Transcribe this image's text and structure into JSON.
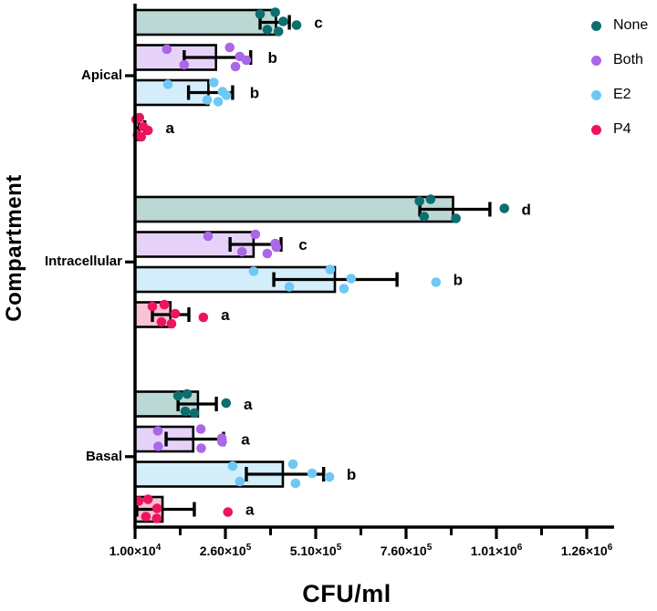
{
  "chart_data": {
    "type": "bar",
    "orientation": "horizontal",
    "title": "",
    "xlabel": "CFU/ml",
    "ylabel": "Compartment",
    "xlim": [
      10000,
      1335000
    ],
    "grid": false,
    "legend_position": "top-right",
    "series": [
      {
        "name": "None",
        "dot_color": "#0d6e6e",
        "bar_fill": "#bcd8d4"
      },
      {
        "name": "Both",
        "dot_color": "#aa67e6",
        "bar_fill": "#e6d2f8"
      },
      {
        "name": "E2",
        "dot_color": "#6ec8f4",
        "bar_fill": "#d4eefb"
      },
      {
        "name": "P4",
        "dot_color": "#ed155e",
        "bar_fill": "#f9c3d3"
      }
    ],
    "x_ticks": [
      {
        "value": 10000,
        "base": "1.00×10",
        "exp": "4"
      },
      {
        "value": 260000,
        "base": "2.60×10",
        "exp": "5"
      },
      {
        "value": 510000,
        "base": "5.10×10",
        "exp": "5"
      },
      {
        "value": 760000,
        "base": "7.60×10",
        "exp": "5"
      },
      {
        "value": 1010000,
        "base": "1.01×10",
        "exp": "6"
      },
      {
        "value": 1260000,
        "base": "1.26×10",
        "exp": "6"
      }
    ],
    "x_minor_ticks": [
      135000,
      385000,
      635000,
      885000,
      1135000
    ],
    "groups": [
      {
        "category": "Apical",
        "bars": [
          {
            "series": "None",
            "value": 400000,
            "err_lo": 356000,
            "err_hi": 437000,
            "sig": "c",
            "points": [
              356000,
              376000,
              398000,
              407000,
              420000,
              457000
            ]
          },
          {
            "series": "Both",
            "value": 234000,
            "err_lo": 146000,
            "err_hi": 330000,
            "sig": "b",
            "points": [
              98000,
              146000,
              272000,
              288000,
              300000,
              318000
            ]
          },
          {
            "series": "E2",
            "value": 213000,
            "err_lo": 158000,
            "err_hi": 280000,
            "sig": "b",
            "points": [
              101000,
              210000,
              228000,
              240000,
              252000,
              263000
            ]
          },
          {
            "series": "P4",
            "value": 21000,
            "err_lo": 11000,
            "err_hi": 37000,
            "sig": "a",
            "points": [
              13000,
              17000,
              22000,
              27000,
              33000,
              46000
            ]
          }
        ]
      },
      {
        "category": "Intracellular",
        "bars": [
          {
            "series": "None",
            "value": 890000,
            "err_lo": 798000,
            "err_hi": 992000,
            "sig": "d",
            "points": [
              797000,
              810000,
              828000,
              898000,
              1032000
            ]
          },
          {
            "series": "Both",
            "value": 338000,
            "err_lo": 273000,
            "err_hi": 414000,
            "sig": "c",
            "points": [
              212000,
              306000,
              343000,
              376000,
              398000,
              401000
            ]
          },
          {
            "series": "E2",
            "value": 563000,
            "err_lo": 394000,
            "err_hi": 735000,
            "sig": "b",
            "points": [
              338000,
              437000,
              550000,
              588000,
              608000,
              843000
            ]
          },
          {
            "series": "P4",
            "value": 108000,
            "err_lo": 58000,
            "err_hi": 159000,
            "sig": "a",
            "points": [
              58000,
              83000,
              91000,
              111000,
              121000,
              199000
            ]
          }
        ]
      },
      {
        "category": "Basal",
        "bars": [
          {
            "series": "None",
            "value": 184000,
            "err_lo": 129000,
            "err_hi": 235000,
            "sig": "a",
            "points": [
              129000,
              149000,
              154000,
              174000,
              262000
            ]
          },
          {
            "series": "Both",
            "value": 171000,
            "err_lo": 96000,
            "err_hi": 255000,
            "sig": "a",
            "points": [
              73000,
              74000,
              192000,
              193000,
              250000,
              251000
            ]
          },
          {
            "series": "E2",
            "value": 419000,
            "err_lo": 318000,
            "err_hi": 532000,
            "sig": "b",
            "points": [
              280000,
              300000,
              447000,
              454000,
              500000,
              548000
            ]
          },
          {
            "series": "P4",
            "value": 86000,
            "err_lo": 15000,
            "err_hi": 174000,
            "sig": "a",
            "points": [
              20000,
              40000,
              46000,
              70000,
              71000,
              267000
            ]
          }
        ]
      }
    ]
  }
}
